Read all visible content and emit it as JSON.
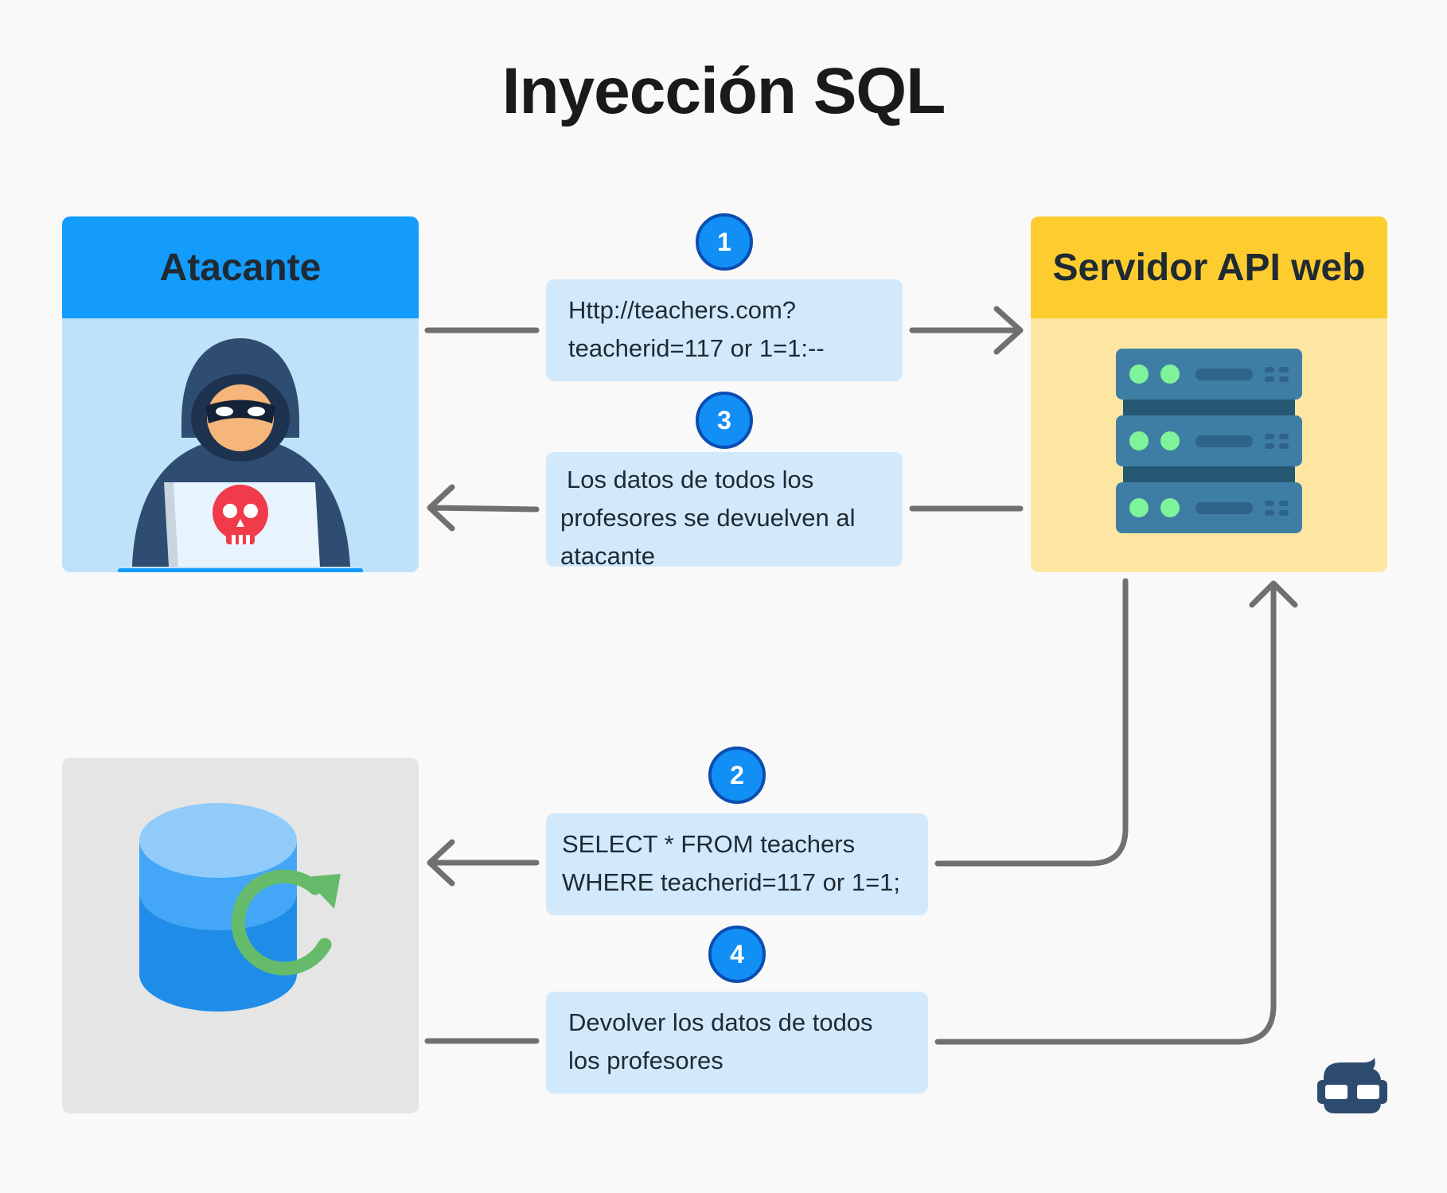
{
  "title": "Inyección SQL",
  "attacker": {
    "label": "Atacante",
    "icon": "hacker-icon"
  },
  "server": {
    "label": "Servidor API web",
    "icon": "server-rack-icon"
  },
  "database": {
    "icon": "database-refresh-icon"
  },
  "steps": [
    {
      "number": "1",
      "lines": [
        "Http://teachers.com?",
        "teacherid=117 or 1=1:--"
      ]
    },
    {
      "number": "3",
      "lines": [
        "Los datos de todos los",
        "profesores se devuelven al",
        "atacante"
      ]
    },
    {
      "number": "2",
      "lines": [
        "SELECT * FROM teachers",
        "WHERE teacherid=117 or 1=1;"
      ]
    },
    {
      "number": "4",
      "lines": [
        "Devolver los datos de todos",
        "los profesores"
      ]
    }
  ],
  "colors": {
    "attacker_header": "#139cfb",
    "attacker_body": "#bfe2fb",
    "server_header": "#fdcc2f",
    "server_body": "#fde6a2",
    "database_body": "#e5e5e5",
    "message_box": "#d2e9fc",
    "badge": "#128ff5",
    "arrow": "#707070"
  },
  "logo_icon": "mascot-logo-icon"
}
